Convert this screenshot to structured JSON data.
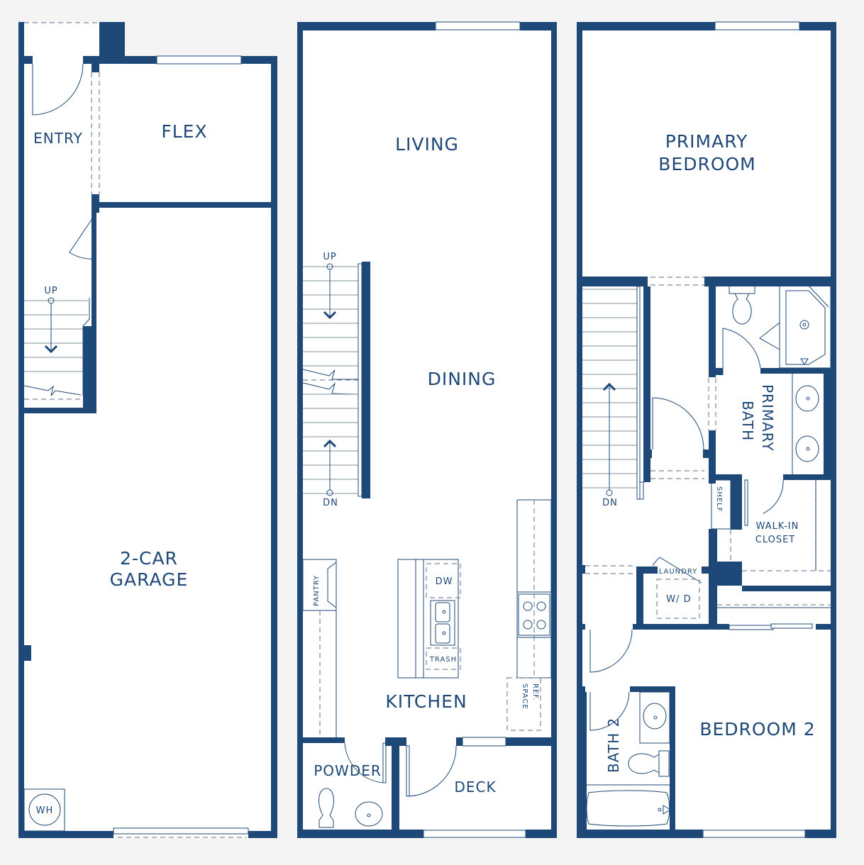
{
  "colors": {
    "wall": "#1d4877",
    "floor": "#ffffff",
    "background": "#f4f4f4",
    "fixture_line": "#1d4877",
    "dashed_line": "#7a8aa0"
  },
  "floors": [
    {
      "name": "first-floor",
      "rooms": {
        "entry": "ENTRY",
        "flex": "FLEX",
        "garage_line1": "2-CAR",
        "garage_line2": "GARAGE"
      },
      "stairs": {
        "up_label": "UP"
      },
      "fixtures": {
        "water_heater": "WH"
      }
    },
    {
      "name": "second-floor",
      "rooms": {
        "living": "LIVING",
        "dining": "DINING",
        "kitchen": "KITCHEN",
        "powder": "POWDER",
        "deck": "DECK"
      },
      "stairs": {
        "up_label": "UP",
        "down_label": "DN"
      },
      "fixtures": {
        "pantry": "PANTRY",
        "dishwasher": "DW",
        "trash": "TRASH",
        "ref_space_line1": "REF.",
        "ref_space_line2": "SPACE"
      }
    },
    {
      "name": "third-floor",
      "rooms": {
        "primary_bedroom_line1": "PRIMARY",
        "primary_bedroom_line2": "BEDROOM",
        "primary_bath_line1": "PRIMARY",
        "primary_bath_line2": "BATH",
        "walk_in_closet_line1": "WALK-IN",
        "walk_in_closet_line2": "CLOSET",
        "laundry": "LAUNDRY",
        "bath2": "BATH 2",
        "bedroom2": "BEDROOM 2"
      },
      "stairs": {
        "down_label": "DN"
      },
      "fixtures": {
        "shelf": "SHELF",
        "washer_dryer": "W/ D"
      }
    }
  ]
}
